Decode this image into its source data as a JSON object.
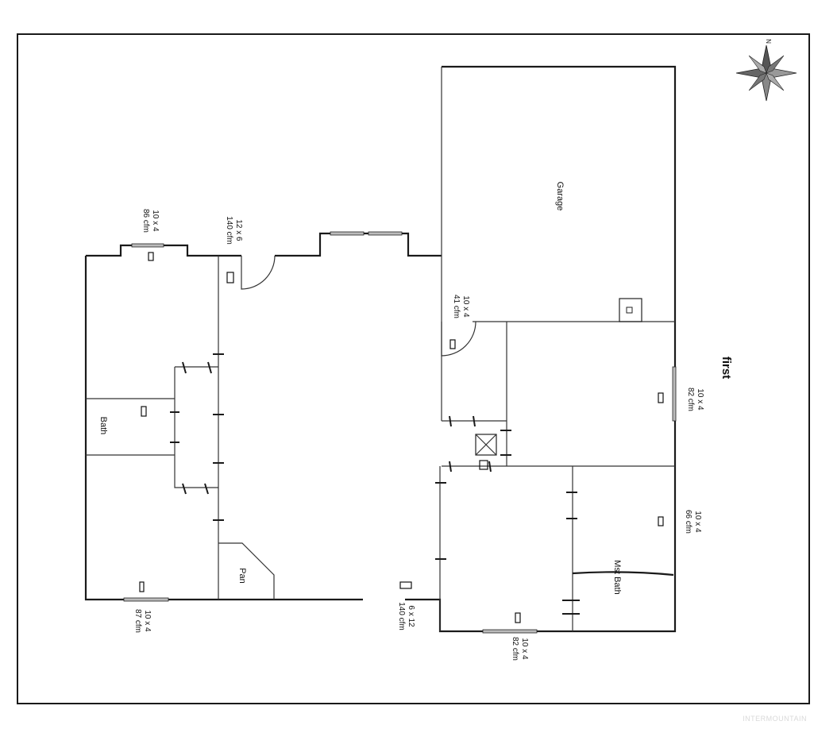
{
  "plan": {
    "level_label": "first",
    "compass_label": "N",
    "watermark": "INTERMOUNTAIN",
    "rooms": {
      "garage": "Garage",
      "bath": "Bath",
      "pan": "Pan",
      "mst_bath": "Mst Bath"
    },
    "vents": [
      {
        "key": "v_86",
        "size": "10 x 4",
        "flow": "86 cfm"
      },
      {
        "key": "v_140a",
        "size": "12 x 6",
        "flow": "140 cfm"
      },
      {
        "key": "v_41",
        "size": "10 x 4",
        "flow": "41 cfm"
      },
      {
        "key": "v_82a",
        "size": "10 x 4",
        "flow": "82 cfm"
      },
      {
        "key": "v_66",
        "size": "10 x 4",
        "flow": "66 cfm"
      },
      {
        "key": "v_87",
        "size": "10 x 4",
        "flow": "87 cfm"
      },
      {
        "key": "v_140b",
        "size": "6 x 12",
        "flow": "140 cfm"
      },
      {
        "key": "v_82b",
        "size": "10 x 4",
        "flow": "82 cfm"
      }
    ]
  }
}
